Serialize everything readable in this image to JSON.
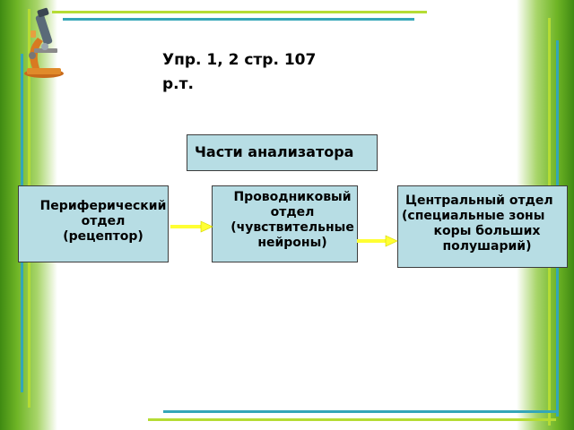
{
  "slide": {
    "reference_line1": "Упр. 1, 2  стр. 107",
    "reference_line2": "р.т.",
    "title": "Части анализатора"
  },
  "boxes": [
    {
      "lines": [
        "Периферический",
        "отдел",
        "(рецептор)"
      ]
    },
    {
      "lines": [
        "Проводниковый",
        "отдел",
        "(чувствительные",
        "нейроны)"
      ]
    },
    {
      "lines": [
        "Центральный отдел",
        "(специальные зоны",
        "коры больших",
        "полушарий)"
      ]
    }
  ],
  "colors": {
    "box_fill": "#b7dde4",
    "box_border": "#3d3d3d",
    "arrow": "#ffff33",
    "frame_green": "#6fb526",
    "frame_lime": "#b5dc34",
    "frame_teal": "#34a6b8"
  },
  "icons": [
    "microscope-icon"
  ]
}
